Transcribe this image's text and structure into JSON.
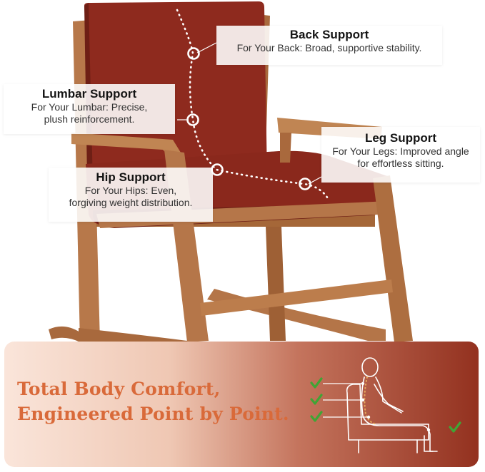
{
  "callouts": {
    "back": {
      "title": "Back Support",
      "desc": "For Your Back: Broad, supportive stability."
    },
    "lumbar": {
      "title": "Lumbar Support",
      "desc": "For Your Lumbar: Precise,\nplush reinforcement."
    },
    "leg": {
      "title": "Leg Support",
      "desc": "For Your Legs: Improved angle\nfor effortless sitting."
    },
    "hip": {
      "title": "Hip Support",
      "desc": "For Your Hips: Even,\nforgiving weight distribution."
    }
  },
  "banner": {
    "line1": "Total Body Comfort,",
    "line2": "Engineered Point by Point."
  },
  "colors": {
    "cushion": "#8e2a1e",
    "cushion_dark": "#6e1f15",
    "wood": "#b8794a",
    "wood_dark": "#8a5530",
    "headline": "#d96a3a",
    "check": "#3fa535"
  }
}
